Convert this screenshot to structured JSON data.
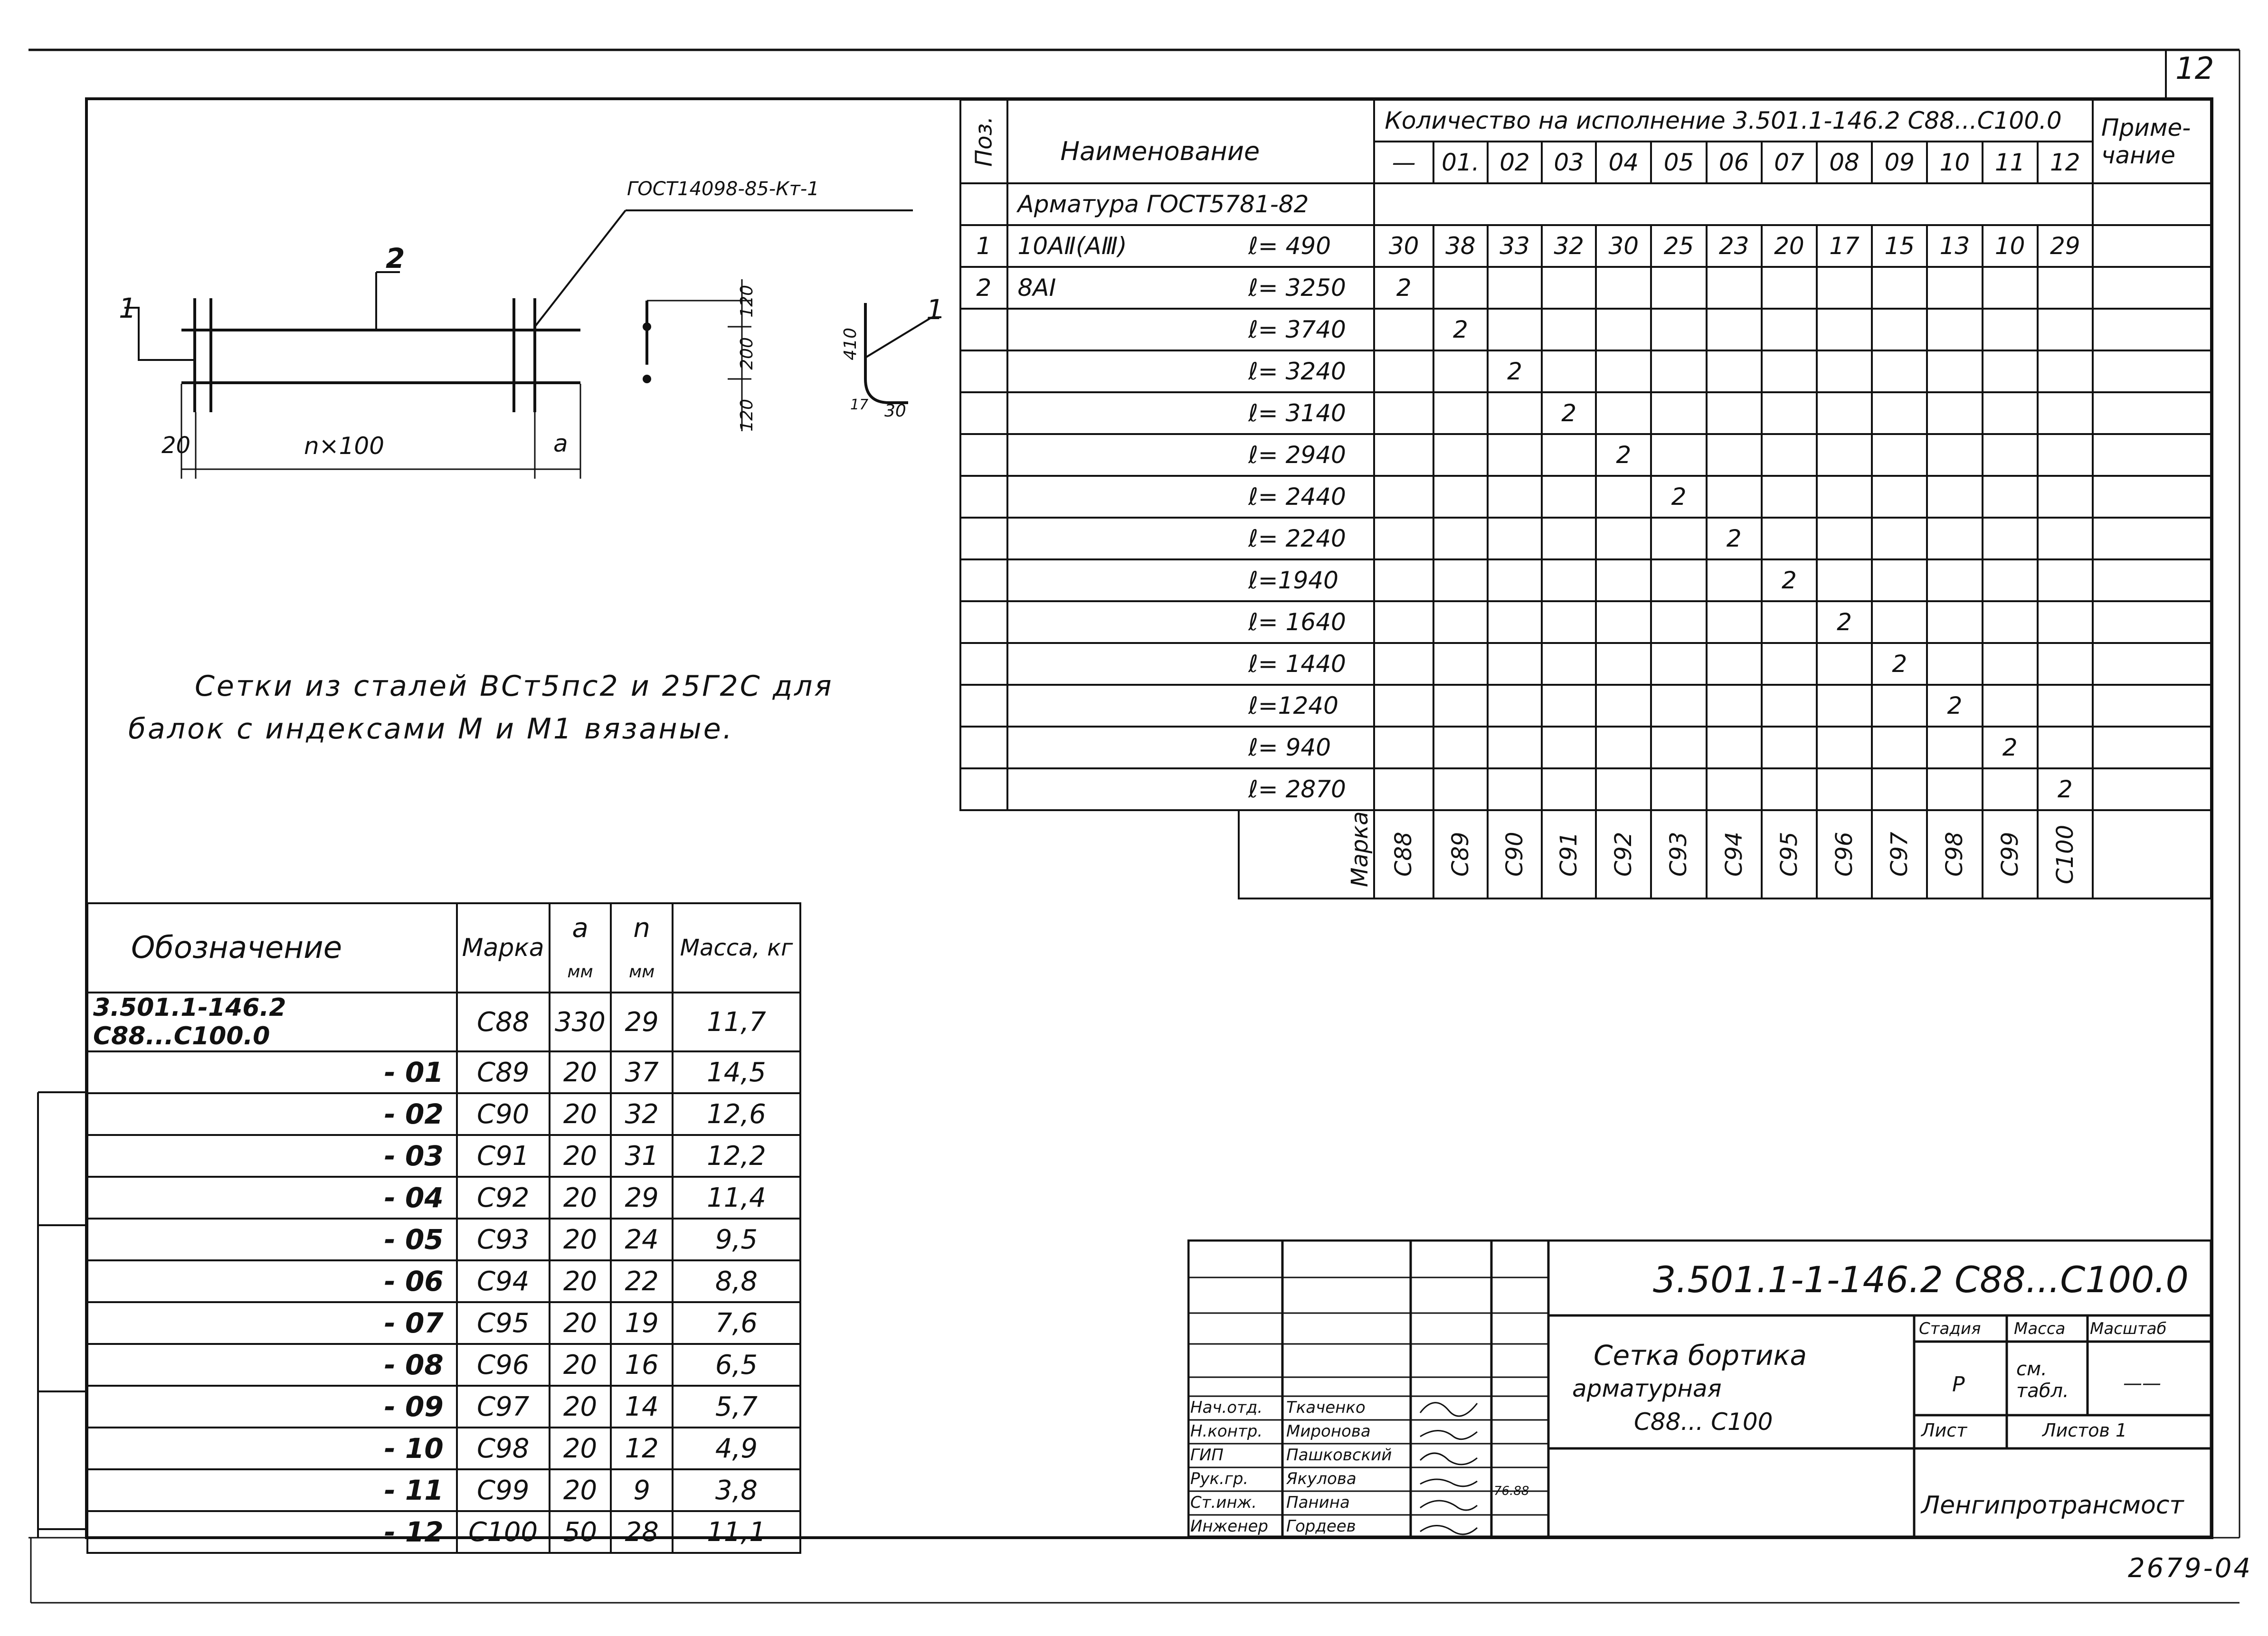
{
  "sheet_number": "12",
  "archive_number": "2679-04",
  "drawing": {
    "gost_label": "ГОСТ14098-85-Кт-1",
    "pos1": "1",
    "pos2": "2",
    "dim_left": "20",
    "dim_span": "n×100",
    "dim_right": "a",
    "dim_120_top": "120",
    "dim_200": "200",
    "dim_120_bottom": "120",
    "dim_410": "410",
    "dim_30": "30",
    "dim_r": "17"
  },
  "note": {
    "line1": "Сетки из сталей ВСт5пс2 и 25Г2С для",
    "line2": "балок с индексами М и М1 вязаные."
  },
  "qty_table": {
    "col_pos": "Поз.",
    "col_name": "Наименование",
    "col_qty_title": "Количество на исполнение 3.501.1-146.2  С88...С100.0",
    "col_note": "Приме-чание",
    "variants": [
      "—",
      "01.",
      "02",
      "03",
      "04",
      "05",
      "06",
      "07",
      "08",
      "09",
      "10",
      "11",
      "12"
    ],
    "section_title": "Арматура ГОСТ5781-82",
    "rows": [
      {
        "pos": "1",
        "name": "10АⅡ(АⅢ)",
        "len": "ℓ= 490",
        "vals": [
          "30",
          "38",
          "33",
          "32",
          "30",
          "25",
          "23",
          "20",
          "17",
          "15",
          "13",
          "10",
          "29"
        ]
      },
      {
        "pos": "2",
        "name": "8АⅠ",
        "len": "ℓ= 3250",
        "vals": [
          "2",
          "",
          "",
          "",
          "",
          "",
          "",
          "",
          "",
          "",
          "",
          "",
          ""
        ]
      },
      {
        "pos": "",
        "name": "",
        "len": "ℓ= 3740",
        "vals": [
          "",
          "2",
          "",
          "",
          "",
          "",
          "",
          "",
          "",
          "",
          "",
          "",
          ""
        ]
      },
      {
        "pos": "",
        "name": "",
        "len": "ℓ= 3240",
        "vals": [
          "",
          "",
          "2",
          "",
          "",
          "",
          "",
          "",
          "",
          "",
          "",
          "",
          ""
        ]
      },
      {
        "pos": "",
        "name": "",
        "len": "ℓ= 3140",
        "vals": [
          "",
          "",
          "",
          "2",
          "",
          "",
          "",
          "",
          "",
          "",
          "",
          "",
          ""
        ]
      },
      {
        "pos": "",
        "name": "",
        "len": "ℓ= 2940",
        "vals": [
          "",
          "",
          "",
          "",
          "2",
          "",
          "",
          "",
          "",
          "",
          "",
          "",
          ""
        ]
      },
      {
        "pos": "",
        "name": "",
        "len": "ℓ= 2440",
        "vals": [
          "",
          "",
          "",
          "",
          "",
          "2",
          "",
          "",
          "",
          "",
          "",
          "",
          ""
        ]
      },
      {
        "pos": "",
        "name": "",
        "len": "ℓ= 2240",
        "vals": [
          "",
          "",
          "",
          "",
          "",
          "",
          "2",
          "",
          "",
          "",
          "",
          "",
          ""
        ]
      },
      {
        "pos": "",
        "name": "",
        "len": "ℓ=1940",
        "vals": [
          "",
          "",
          "",
          "",
          "",
          "",
          "",
          "2",
          "",
          "",
          "",
          "",
          ""
        ]
      },
      {
        "pos": "",
        "name": "",
        "len": "ℓ= 1640",
        "vals": [
          "",
          "",
          "",
          "",
          "",
          "",
          "",
          "",
          "2",
          "",
          "",
          "",
          ""
        ]
      },
      {
        "pos": "",
        "name": "",
        "len": "ℓ= 1440",
        "vals": [
          "",
          "",
          "",
          "",
          "",
          "",
          "",
          "",
          "",
          "2",
          "",
          "",
          ""
        ]
      },
      {
        "pos": "",
        "name": "",
        "len": "ℓ=1240",
        "vals": [
          "",
          "",
          "",
          "",
          "",
          "",
          "",
          "",
          "",
          "",
          "2",
          "",
          ""
        ]
      },
      {
        "pos": "",
        "name": "",
        "len": "ℓ= 940",
        "vals": [
          "",
          "",
          "",
          "",
          "",
          "",
          "",
          "",
          "",
          "",
          "",
          "2",
          ""
        ]
      },
      {
        "pos": "",
        "name": "",
        "len": "ℓ= 2870",
        "vals": [
          "",
          "",
          "",
          "",
          "",
          "",
          "",
          "",
          "",
          "",
          "",
          "",
          "2"
        ]
      }
    ],
    "marka_label": "Марка",
    "marks": [
      "С88",
      "С89",
      "С90",
      "С91",
      "С92",
      "С93",
      "С94",
      "С95",
      "С96",
      "С97",
      "С98",
      "С99",
      "С100"
    ]
  },
  "mark_table": {
    "col_designation": "Обозначение",
    "col_mark": "Марка",
    "col_a": "a",
    "col_a_unit": "мм",
    "col_n": "n",
    "col_n_unit": "мм",
    "col_mass": "Масса, кг",
    "rows": [
      {
        "des": "3.501.1-146.2  С88...С100.0",
        "mark": "С88",
        "a": "330",
        "n": "29",
        "mass": "11,7"
      },
      {
        "des": "- 01",
        "mark": "С89",
        "a": "20",
        "n": "37",
        "mass": "14,5"
      },
      {
        "des": "- 02",
        "mark": "С90",
        "a": "20",
        "n": "32",
        "mass": "12,6"
      },
      {
        "des": "- 03",
        "mark": "С91",
        "a": "20",
        "n": "31",
        "mass": "12,2"
      },
      {
        "des": "- 04",
        "mark": "С92",
        "a": "20",
        "n": "29",
        "mass": "11,4"
      },
      {
        "des": "- 05",
        "mark": "С93",
        "a": "20",
        "n": "24",
        "mass": "9,5"
      },
      {
        "des": "- 06",
        "mark": "С94",
        "a": "20",
        "n": "22",
        "mass": "8,8"
      },
      {
        "des": "- 07",
        "mark": "С95",
        "a": "20",
        "n": "19",
        "mass": "7,6"
      },
      {
        "des": "- 08",
        "mark": "С96",
        "a": "20",
        "n": "16",
        "mass": "6,5"
      },
      {
        "des": "- 09",
        "mark": "С97",
        "a": "20",
        "n": "14",
        "mass": "5,7"
      },
      {
        "des": "- 10",
        "mark": "С98",
        "a": "20",
        "n": "12",
        "mass": "4,9"
      },
      {
        "des": "- 11",
        "mark": "С99",
        "a": "20",
        "n": "9",
        "mass": "3,8"
      },
      {
        "des": "- 12",
        "mark": "С100",
        "a": "50",
        "n": "28",
        "mass": "11,1"
      }
    ]
  },
  "title_block": {
    "doc_code": "3.501.1-1-146.2   С88...С100.0",
    "title_l1": "Сетка бортика",
    "title_l2": "арматурная",
    "title_l3": "С88... С100",
    "stage_label": "Стадия",
    "mass_label": "Масса",
    "scale_label": "Масштаб",
    "stage_val": "Р",
    "mass_val": "см. табл.",
    "scale_val": "——",
    "sheet_label": "Лист",
    "sheets_label": "Листов 1",
    "org": "Ленгипротрансмост",
    "date": "76.88",
    "staff": [
      {
        "role": "Нач.отд.",
        "name": "Ткаченко"
      },
      {
        "role": "Н.контр.",
        "name": "Миронова"
      },
      {
        "role": "ГИП",
        "name": "Пашковский"
      },
      {
        "role": "Рук.гр.",
        "name": "Якулова"
      },
      {
        "role": "Ст.инж.",
        "name": "Панина"
      },
      {
        "role": "Инженер",
        "name": "Гордеев"
      }
    ]
  }
}
